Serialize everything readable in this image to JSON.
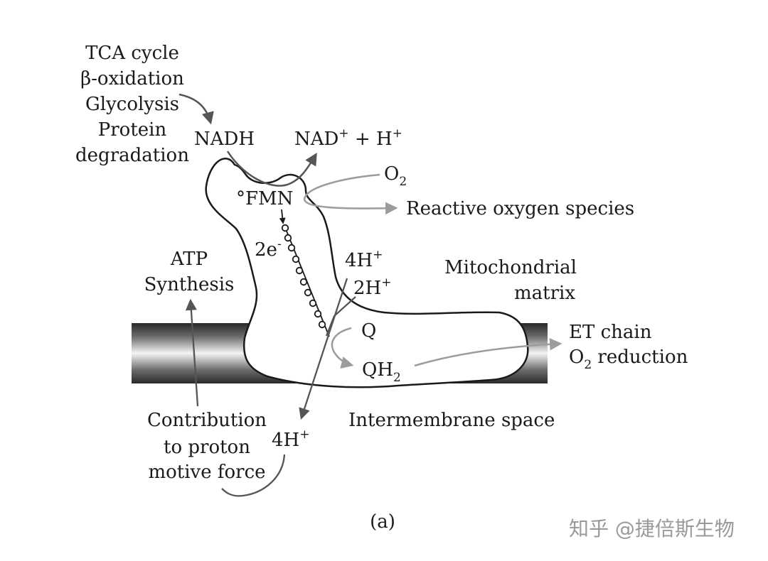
{
  "sources": [
    "TCA cycle",
    "β-oxidation",
    "Glycolysis",
    "Protein",
    "degradation"
  ],
  "nadh": "NADH",
  "nad": {
    "base": "NAD",
    "sup": "+",
    "plus": " + H",
    "sup2": "+"
  },
  "o2": {
    "base": "O",
    "sub": "2"
  },
  "ros": "Reactive oxygen species",
  "fmn": "°FMN",
  "electrons": {
    "base": "2e",
    "sup": "-"
  },
  "atp": [
    "ATP",
    "Synthesis"
  ],
  "h4_top": {
    "base": "4H",
    "sup": "+"
  },
  "h2": {
    "base": "2H",
    "sup": "+"
  },
  "matrix": [
    "Mitochondrial",
    "matrix"
  ],
  "q": "Q",
  "qh2": {
    "base": "QH",
    "sub": "2"
  },
  "et_chain": "ET chain",
  "o2_reduction": {
    "base": "O",
    "sub": "2",
    "rest": " reduction"
  },
  "contribution": [
    "Contribution",
    "to proton",
    "motive force"
  ],
  "h4_bottom": {
    "base": "4H",
    "sup": "+"
  },
  "intermembrane": "Intermembrane space",
  "panel": "(a)",
  "watermark": "知乎 @捷倍斯生物",
  "colors": {
    "ink": "#1a1a1a",
    "gray_arrow": "#9c9c9c",
    "dark_arrow": "#555555"
  }
}
